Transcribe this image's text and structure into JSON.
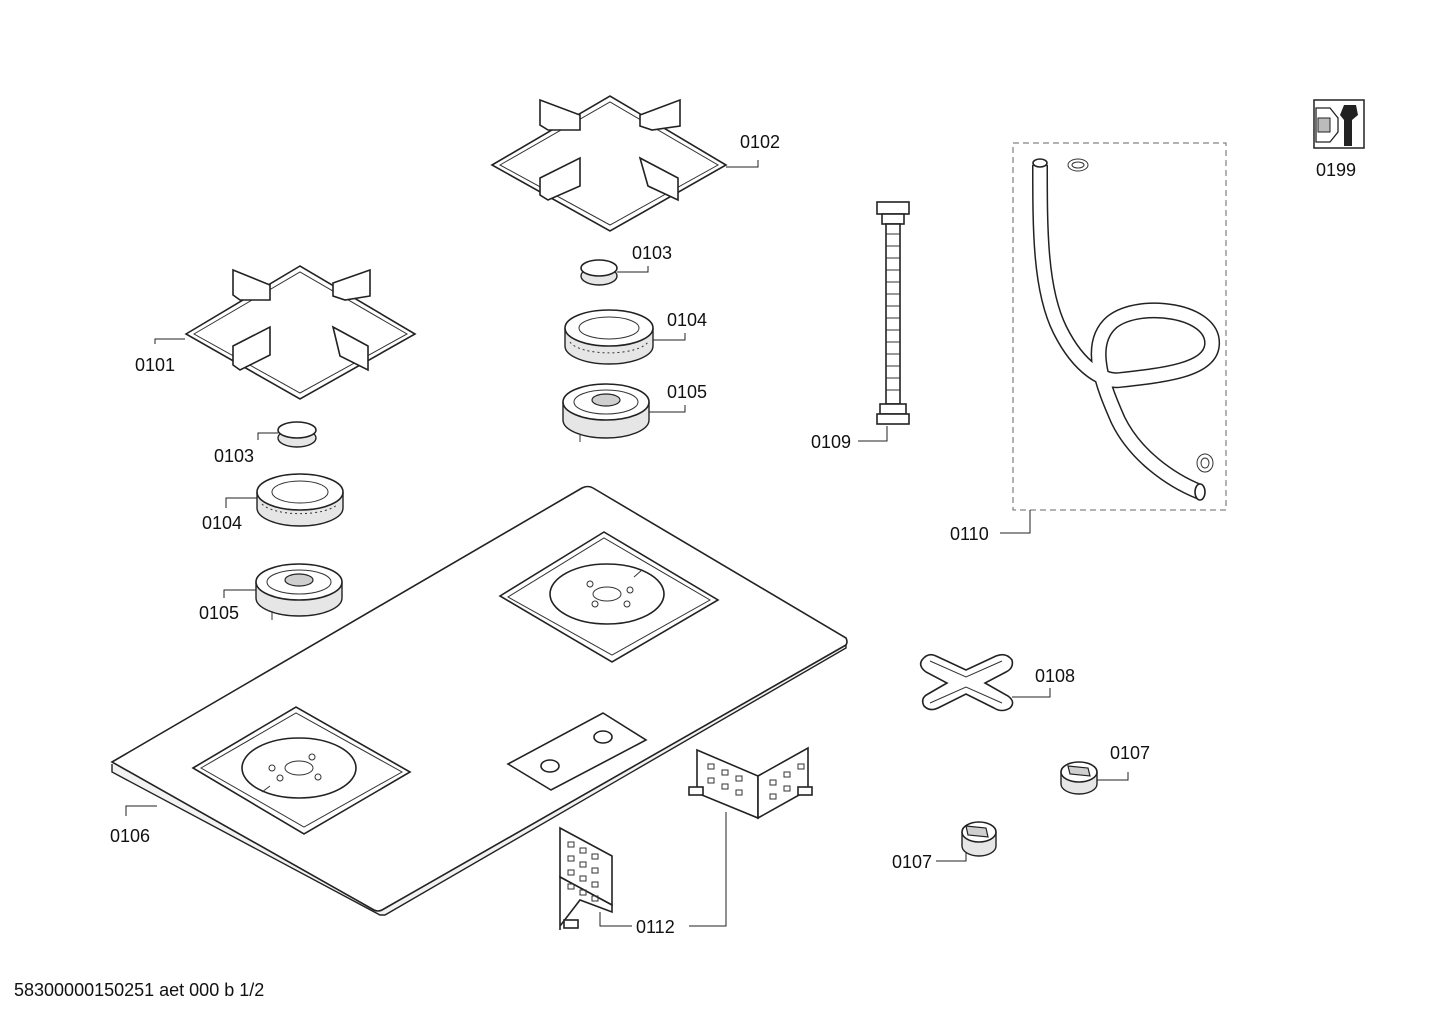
{
  "labels": {
    "grate_left": "0101",
    "grate_right": "0102",
    "cap_left": "0103",
    "cap_right": "0103",
    "ring_left": "0104",
    "ring_right": "0104",
    "base_left": "0105",
    "base_right": "0105",
    "hob": "0106",
    "knob_upper": "0107",
    "knob_lower": "0107",
    "gasket": "0108",
    "pipe": "0109",
    "hose_kit": "0110",
    "brackets": "0112",
    "tool": "0199"
  },
  "footer": "58300000150251 aet 000 b 1/2"
}
